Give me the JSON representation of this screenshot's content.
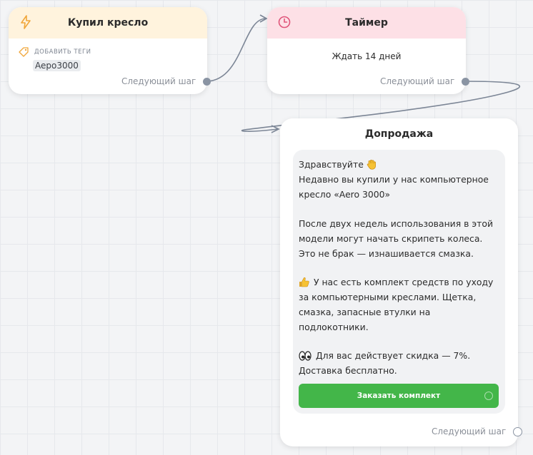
{
  "colors": {
    "canvas": "#f3f4f6",
    "trigger_header": "#fff3dd",
    "timer_header": "#fde0e6",
    "button_green": "#43b649",
    "wire": "#7c8696"
  },
  "node_trigger": {
    "icon": "lightning-icon",
    "title": "Купил кресло",
    "tags_label": "ДОБАВИТЬ ТЕГИ",
    "tag": "Aepo3000",
    "next_step": "Следующий шаг"
  },
  "node_timer": {
    "icon": "clock-icon",
    "title": "Таймер",
    "wait": "Ждать 14 дней",
    "next_step": "Следующий шаг"
  },
  "node_upsell": {
    "title": "Допродажа",
    "message_lines": [
      "Здравствуйте",
      "Недавно вы купили у нас компьютерное",
      "кресло «Aero 3000»",
      "После двух недель использования в этой",
      "модели могут начать скрипеть колеса.",
      "Это не брак — изнашивается смазка.",
      "У нас есть комплект средств по уходу",
      "за компьютерными креслами. Щетка,",
      "смазка, запасные втулки на",
      "подлокотники.",
      "Для вас действует скидка — 7%.",
      "Доставка бесплатно."
    ],
    "emojis": [
      "waving-hand-icon",
      "thumbs-up-icon",
      "eyes-icon"
    ],
    "button_label": "Заказать комплект",
    "next_step": "Следующий шаг"
  }
}
